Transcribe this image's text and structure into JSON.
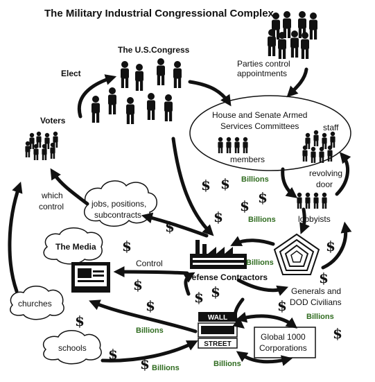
{
  "title": "The Military Industrial Congressional Complex",
  "nodes": {
    "congress": "The U.S.Congress",
    "elect": "Elect",
    "voters": "Voters",
    "parties_control_line1": "Parties control",
    "parties_control_line2": "appointments",
    "committees_line1": "House and Senate Armed",
    "committees_line2": "Services Committees",
    "staff": "staff",
    "members": "members",
    "revolving_line1": "revolving",
    "revolving_line2": "door",
    "lobbyists": "lobbyists",
    "which_line1": "which",
    "which_line2": "control",
    "jobs_line1": "jobs, positions,",
    "jobs_line2": "subcontracts",
    "media": "The Media",
    "control": "Control",
    "defense_contractors": "Defense Contractors",
    "generals_line1": "Generals and",
    "generals_line2": "DOD Civilians",
    "churches": "churches",
    "schools": "schools",
    "wall": "WALL",
    "street": "STREET",
    "global_line1": "Global 1000",
    "global_line2": "Corporations"
  },
  "money_label": "Billions",
  "dollar_symbol": "$"
}
